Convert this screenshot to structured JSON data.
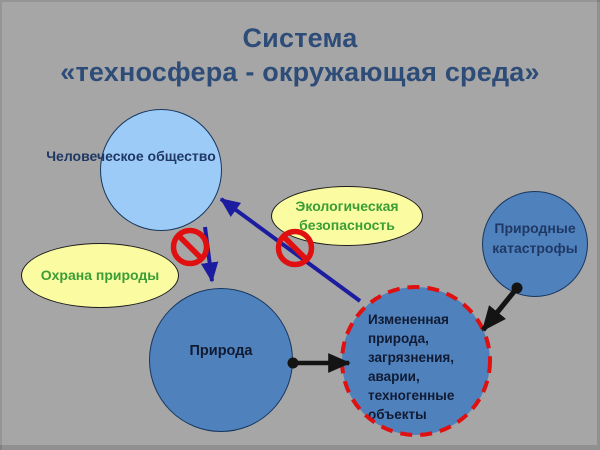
{
  "title": {
    "line1": "Система",
    "line2": "«техносфера - окружающая среда»"
  },
  "nodes": {
    "human_society": {
      "label": "Человеческое общество"
    },
    "nature_protection": {
      "label": "Охрана природы"
    },
    "eco_safety": {
      "line1": "Экологическая",
      "line2": "безопасность"
    },
    "nature": {
      "label": "Природа"
    },
    "changed_nature": {
      "lines": [
        "Измененная",
        "природа,",
        "загрязнения,",
        "аварии,",
        "техногенные",
        "объекты"
      ]
    },
    "natural_catastrophes": {
      "line1": "Природные",
      "line2": "катастрофы"
    }
  },
  "icons": {
    "prohibition_sign": "red no-entry prohibition ring with diagonal slash",
    "count": 2
  },
  "colors": {
    "bg": "#a6a6a6",
    "title_text": "#2e4c78",
    "light_blue_fill": "#9dcbf7",
    "blue_fill": "#4f81bd",
    "yellow_fill": "#fbfba2",
    "green_text": "#3a9e35",
    "navy_text": "#1f3864",
    "dark_text": "#101b33",
    "circle_border": "#17375e",
    "ellipse_border": "#1d1d1d",
    "navy_arrow": "#1c1ca0",
    "black_arrow": "#141414",
    "red": "#e01010"
  }
}
